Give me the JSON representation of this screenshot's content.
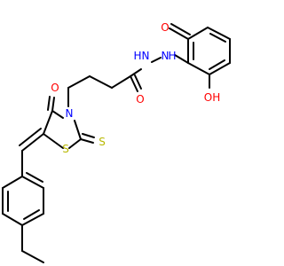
{
  "molecule": {
    "atoms": {
      "o_carbonyl_benzoyl": "O",
      "nh_upper": "H",
      "n_upper": "N",
      "nh_lower_n": "N",
      "nh_lower_h": "H",
      "o_hydroxy": "OH",
      "o_amide_chain": "O",
      "o_ring": "O",
      "n_ring": "N",
      "s_ring": "S",
      "s_thione": "S"
    },
    "colors": {
      "bond": "#000000",
      "oxygen": "#ff0000",
      "nitrogen": "#0000ff",
      "sulfur": "#b8b800"
    }
  }
}
